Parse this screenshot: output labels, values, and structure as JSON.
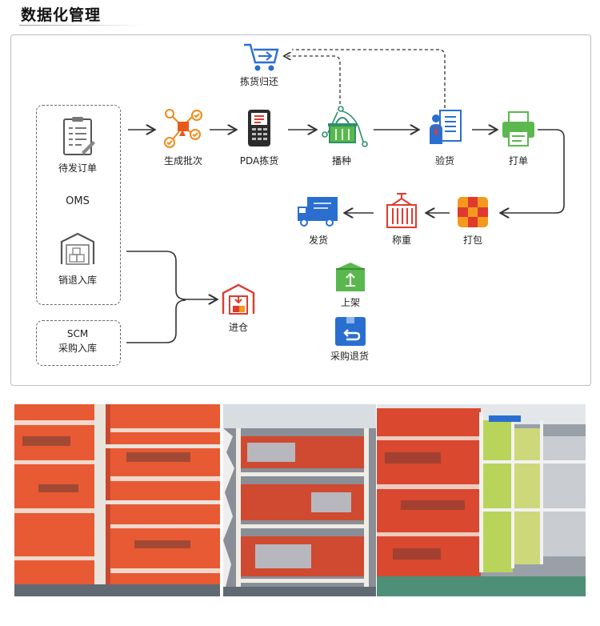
{
  "header": {
    "title": "数据化管理"
  },
  "diagram": {
    "oms_label": "OMS",
    "nodes": {
      "pending_orders": "待发订单",
      "return_stock": "销退入库",
      "scm_line1": "SCM",
      "scm_line2": "采购入库",
      "batch": "生成批次",
      "pda": "PDA拣货",
      "sow": "播种",
      "inspect": "验货",
      "print_order": "打单",
      "pack": "打包",
      "weigh": "称重",
      "ship": "发货",
      "return_picked": "拣货归还",
      "inbound": "进仓",
      "shelve": "上架",
      "purchase_return": "采购退货"
    }
  },
  "colors": {
    "orange": "#f39a1e",
    "blue": "#2a6fd0",
    "green": "#5ab84e",
    "red": "#e03a2f",
    "dark": "#333333"
  },
  "photos": [
    {
      "name": "warehouse-photo-left"
    },
    {
      "name": "warehouse-photo-middle"
    },
    {
      "name": "warehouse-photo-right"
    }
  ]
}
